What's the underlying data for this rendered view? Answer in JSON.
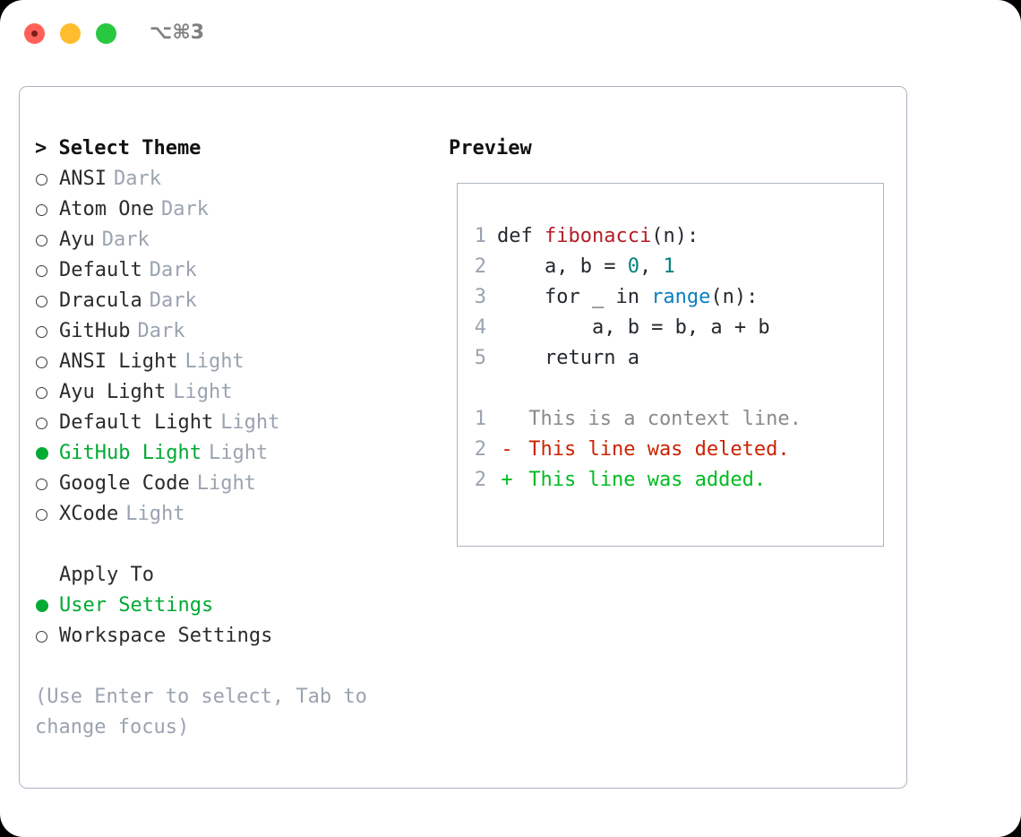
{
  "titlebar": {
    "shortcut": "⌥⌘3",
    "lights": [
      {
        "name": "close",
        "color": "#ff6159"
      },
      {
        "name": "minimize",
        "color": "#ffbd2e"
      },
      {
        "name": "maximize",
        "color": "#28c840"
      }
    ]
  },
  "theme_picker": {
    "heading": "> Select Theme",
    "items": [
      {
        "name": "ANSI",
        "variant": "Dark",
        "selected": false
      },
      {
        "name": "Atom One",
        "variant": "Dark",
        "selected": false
      },
      {
        "name": "Ayu",
        "variant": "Dark",
        "selected": false
      },
      {
        "name": "Default",
        "variant": "Dark",
        "selected": false
      },
      {
        "name": "Dracula",
        "variant": "Dark",
        "selected": false
      },
      {
        "name": "GitHub",
        "variant": "Dark",
        "selected": false
      },
      {
        "name": "ANSI Light",
        "variant": "Light",
        "selected": false
      },
      {
        "name": "Ayu Light",
        "variant": "Light",
        "selected": false
      },
      {
        "name": "Default Light",
        "variant": "Light",
        "selected": false
      },
      {
        "name": "GitHub Light",
        "variant": "Light",
        "selected": true
      },
      {
        "name": "Google Code",
        "variant": "Light",
        "selected": false
      },
      {
        "name": "XCode",
        "variant": "Light",
        "selected": false
      }
    ]
  },
  "apply_to": {
    "heading": "Apply To",
    "options": [
      {
        "label": "User Settings",
        "selected": true
      },
      {
        "label": "Workspace Settings",
        "selected": false
      }
    ]
  },
  "hint": "(Use Enter to select, Tab to change focus)",
  "preview": {
    "heading": "Preview",
    "code": [
      {
        "no": "1",
        "parts": [
          {
            "t": "def ",
            "c": "plain"
          },
          {
            "t": "fibonacci",
            "c": "fn"
          },
          {
            "t": "(n):",
            "c": "plain"
          }
        ]
      },
      {
        "no": "2",
        "parts": [
          {
            "t": "    a, b = ",
            "c": "plain"
          },
          {
            "t": "0",
            "c": "num"
          },
          {
            "t": ", ",
            "c": "plain"
          },
          {
            "t": "1",
            "c": "num"
          }
        ]
      },
      {
        "no": "3",
        "parts": [
          {
            "t": "    for _ in ",
            "c": "plain"
          },
          {
            "t": "range",
            "c": "builtin"
          },
          {
            "t": "(n):",
            "c": "plain"
          }
        ]
      },
      {
        "no": "4",
        "parts": [
          {
            "t": "        a, b = b, a + b",
            "c": "plain"
          }
        ]
      },
      {
        "no": "5",
        "parts": [
          {
            "t": "    return a",
            "c": "plain"
          }
        ]
      }
    ],
    "diff": [
      {
        "no": "1",
        "sign": " ",
        "text": "This is a context line.",
        "kind": "context"
      },
      {
        "no": "2",
        "sign": "-",
        "text": "This line was deleted.",
        "kind": "deleted"
      },
      {
        "no": "2",
        "sign": "+",
        "text": "This line was added.",
        "kind": "added"
      }
    ]
  },
  "colors": {
    "accent_green": "#00aa33",
    "muted": "#9aa3b0",
    "border": "#adb5c2",
    "keyword_fn": "#b31d28",
    "number": "#008080",
    "builtin": "#0a7fbf",
    "diff_deleted": "#cc2200",
    "diff_added": "#00bb22"
  }
}
